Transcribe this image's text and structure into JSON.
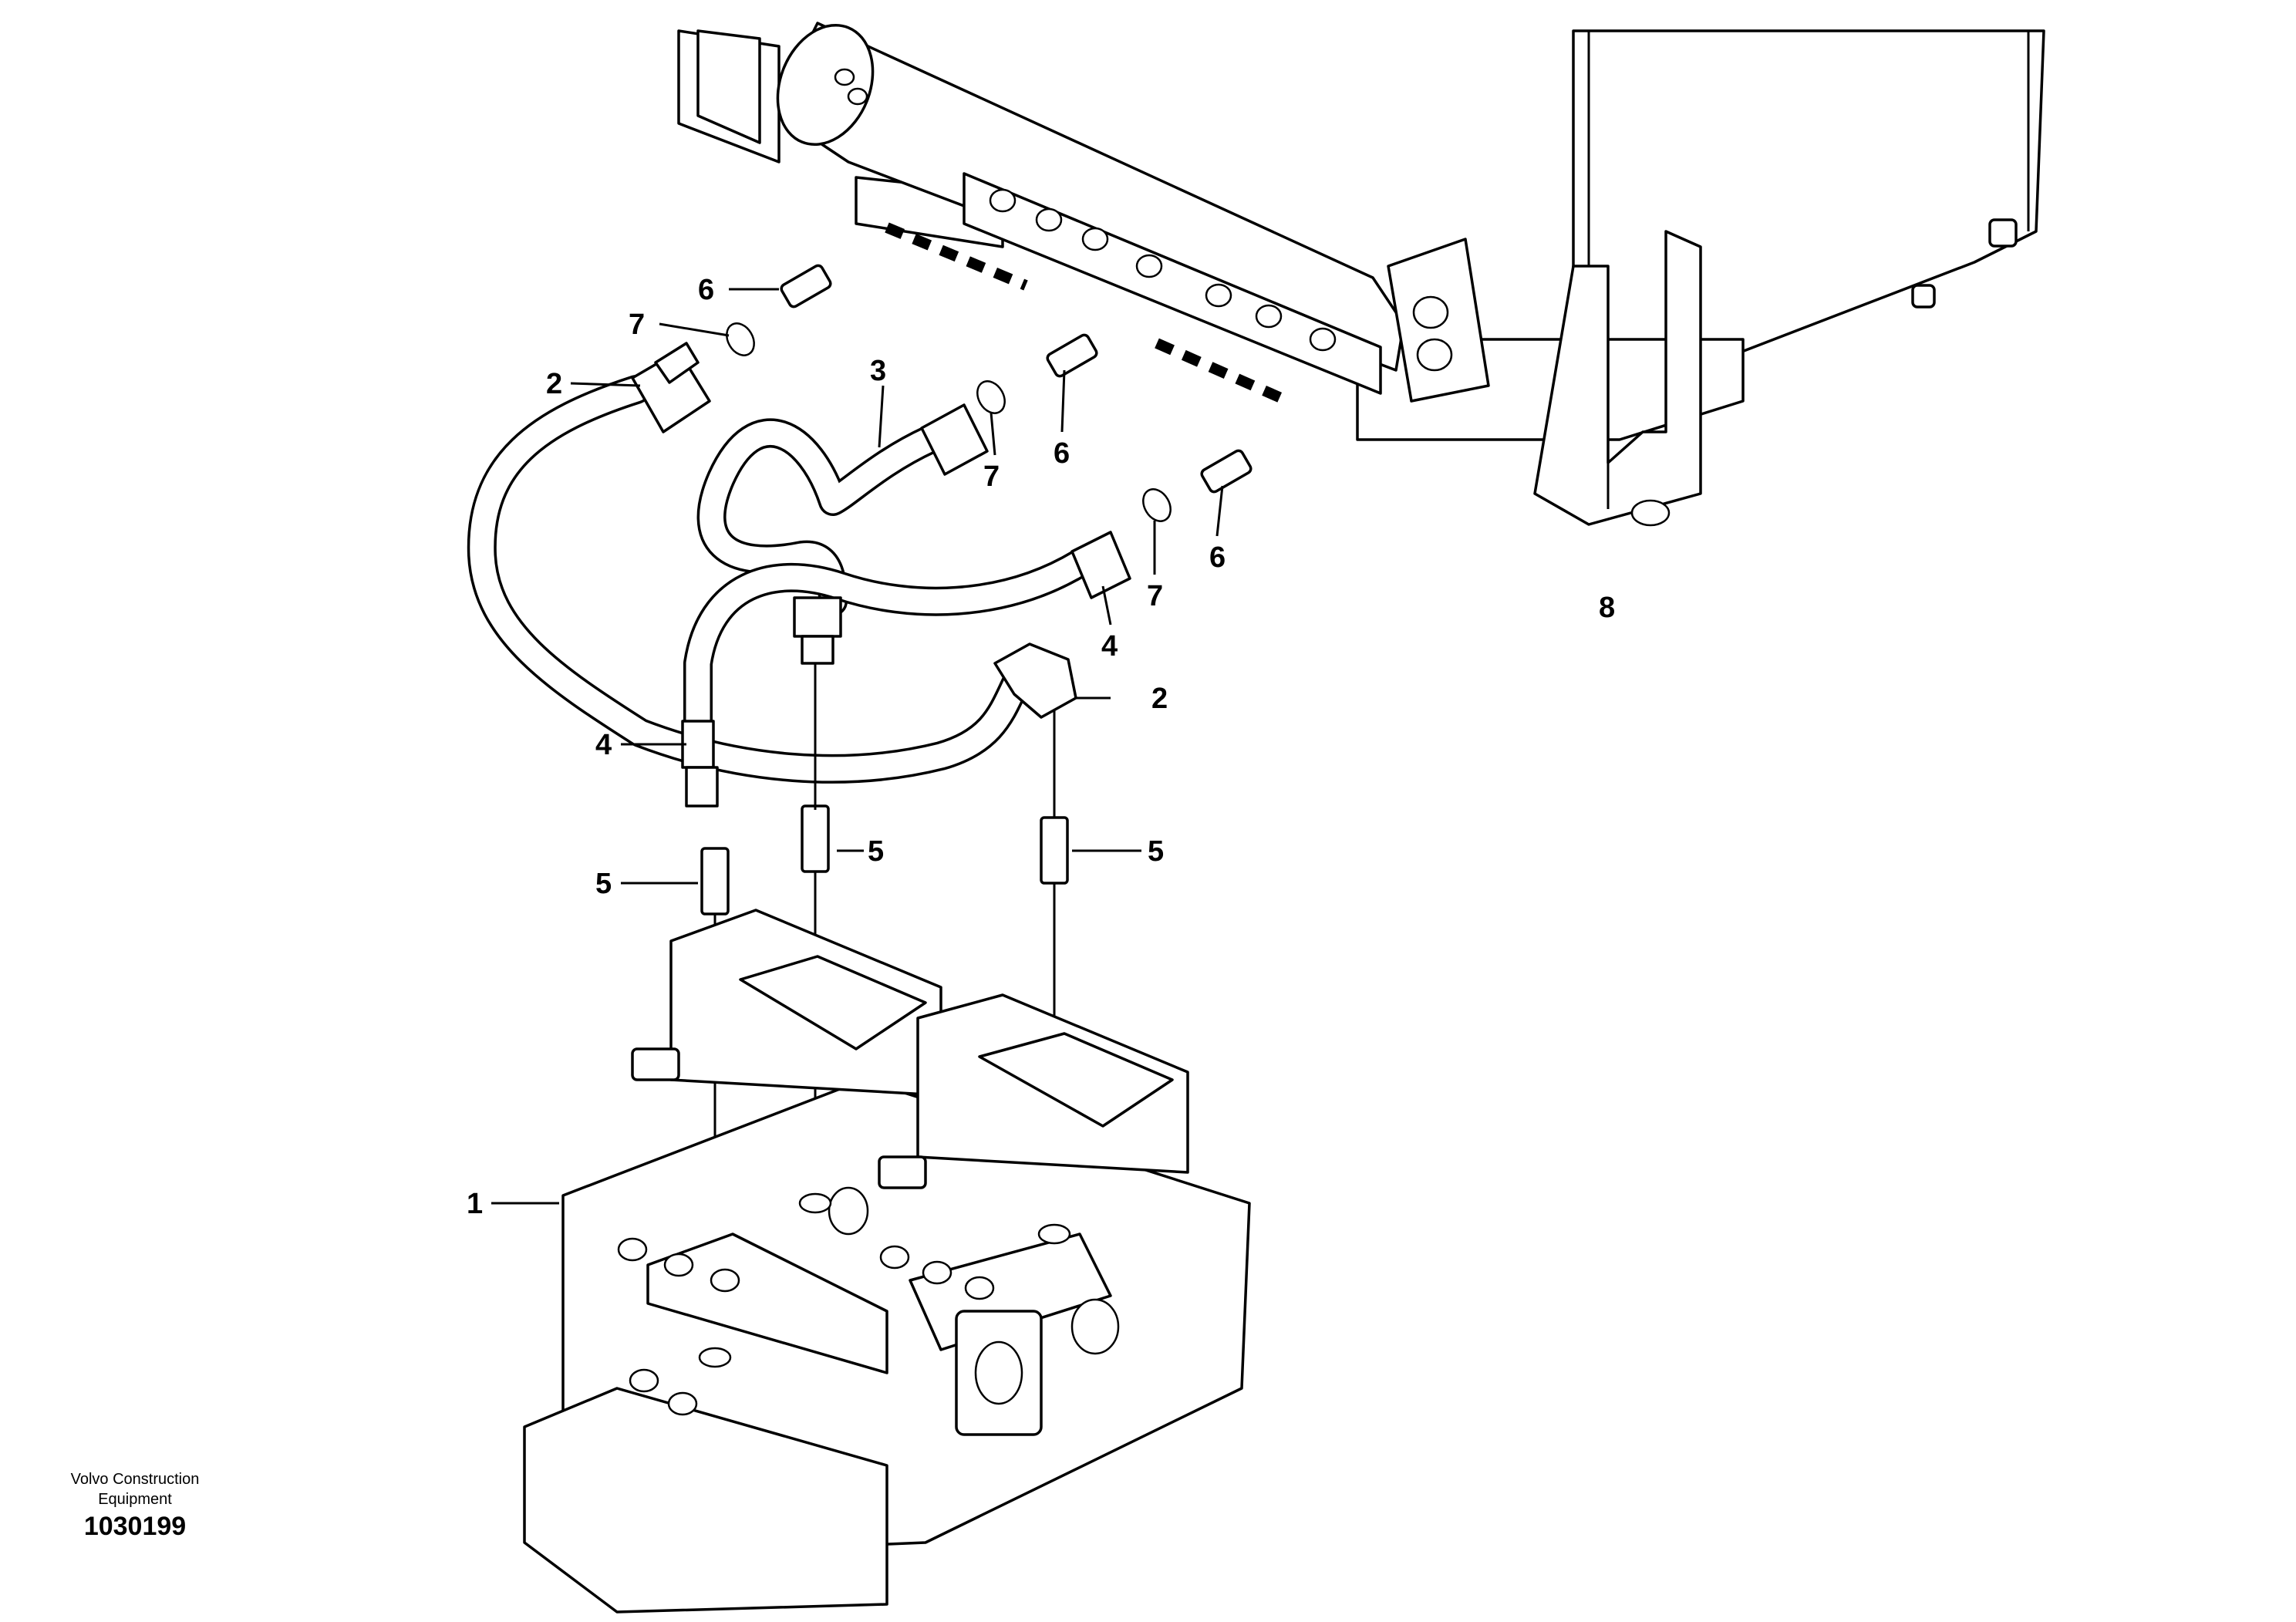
{
  "callouts": {
    "c1": "1",
    "c2a": "2",
    "c2b": "2",
    "c3": "3",
    "c4a": "4",
    "c4b": "4",
    "c5a": "5",
    "c5b": "5",
    "c5c": "5",
    "c6a": "6",
    "c6b": "6",
    "c6c": "6",
    "c7a": "7",
    "c7b": "7",
    "c7c": "7",
    "c8": "8"
  },
  "caption": {
    "manufacturer": "Volvo Construction Equipment",
    "illustration_number": "1030199"
  }
}
